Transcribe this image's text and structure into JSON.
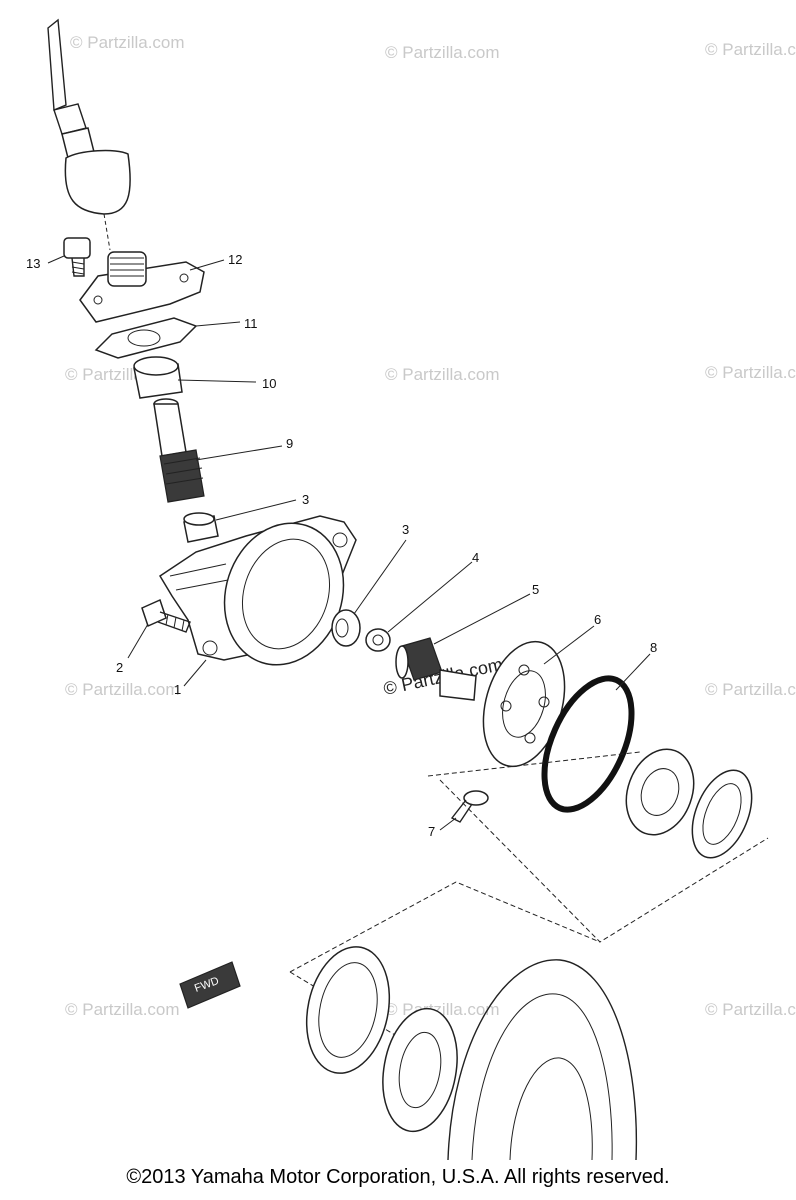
{
  "callouts": [
    {
      "label": "1"
    },
    {
      "label": "2"
    },
    {
      "label": "3"
    },
    {
      "label": "3"
    },
    {
      "label": "4"
    },
    {
      "label": "5"
    },
    {
      "label": "6"
    },
    {
      "label": "7"
    },
    {
      "label": "8"
    },
    {
      "label": "9"
    },
    {
      "label": "10"
    },
    {
      "label": "11"
    },
    {
      "label": "12"
    },
    {
      "label": "13"
    }
  ],
  "fwd_label": "FWD",
  "watermark": "© Partzilla.com",
  "copyright": "©2013 Yamaha Motor Corporation, U.S.A. All rights reserved.",
  "colors": {
    "ink": "#222222",
    "watermark": "#c9c9c9",
    "background": "#ffffff"
  }
}
